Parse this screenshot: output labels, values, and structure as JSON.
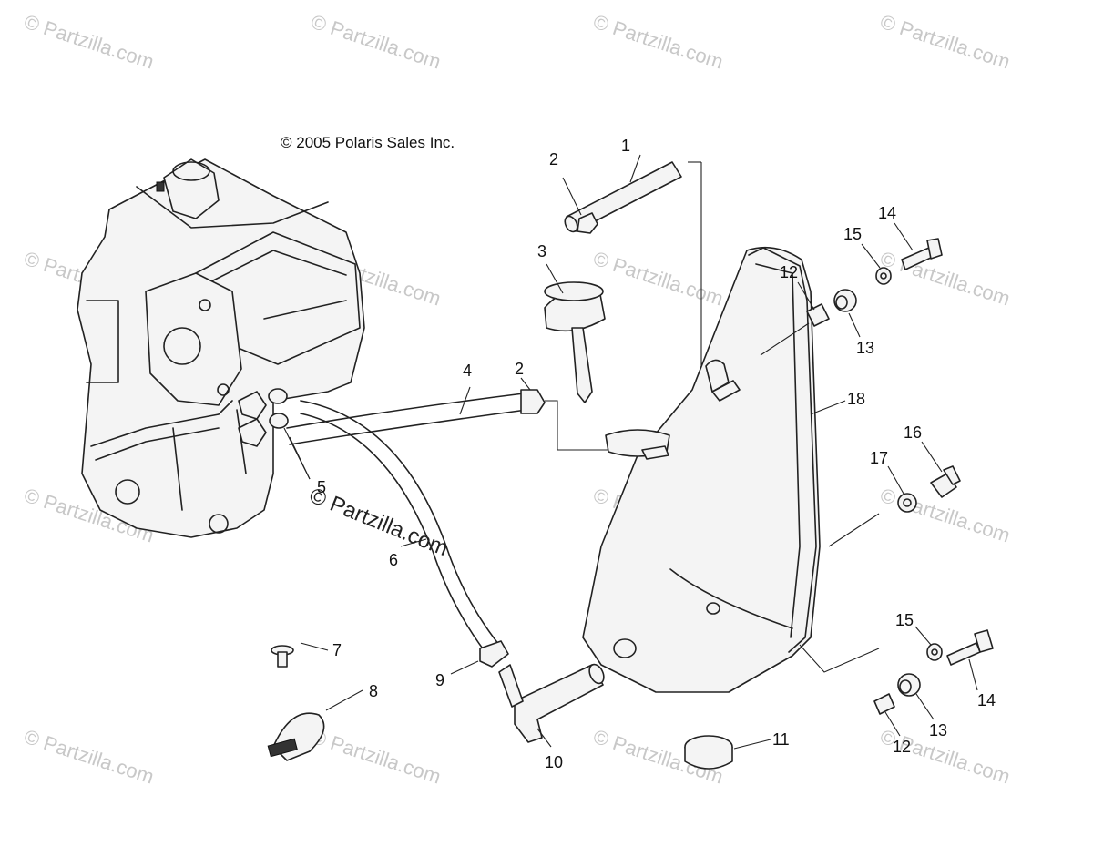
{
  "copyright": "© 2005 Polaris Sales Inc.",
  "watermark": "© Partzilla.com",
  "callouts": [
    "1",
    "2",
    "3",
    "12",
    "14",
    "15",
    "13",
    "4",
    "2",
    "18",
    "16",
    "17",
    "5",
    "6",
    "7",
    "8",
    "9",
    "10",
    "11",
    "15",
    "14",
    "13",
    "12"
  ]
}
